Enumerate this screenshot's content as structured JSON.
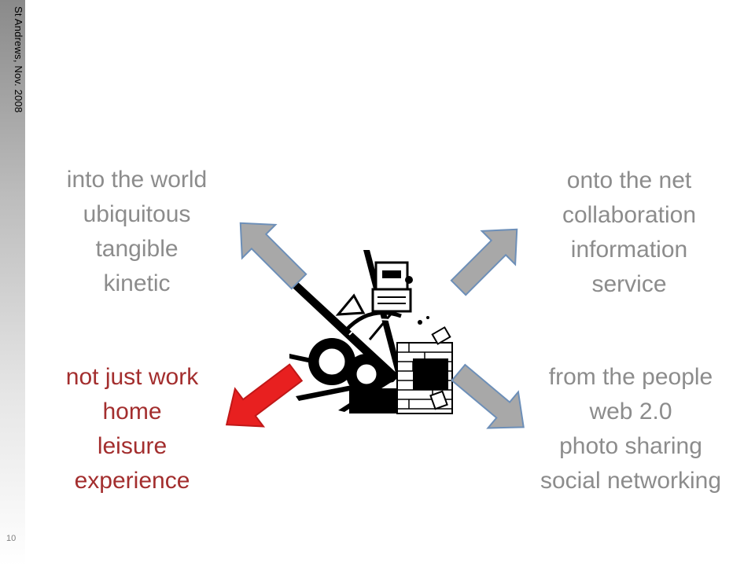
{
  "sidebar": {
    "label": "St Andrews, Nov. 2008"
  },
  "slide_number": "10",
  "top_left": {
    "lines": [
      "into the world",
      "ubiquitous",
      "tangible",
      "kinetic"
    ]
  },
  "top_right": {
    "lines": [
      "onto the net",
      "collaboration",
      "information",
      "service"
    ]
  },
  "bottom_left": {
    "lines": [
      "not just work",
      "home",
      "leisure",
      "experience"
    ]
  },
  "bottom_right": {
    "lines": [
      "from the people",
      "web 2.0",
      "photo sharing",
      "social networking"
    ]
  },
  "colors": {
    "gray_text": "#8c8c8c",
    "red_text": "#a32e2e",
    "gray_arrow": "#a8a8a8",
    "red_arrow": "#e82020",
    "arrow_outline": "#6d8fb8"
  },
  "icons": [
    "arrow-up-left-icon",
    "arrow-up-right-icon",
    "arrow-down-left-icon",
    "arrow-down-right-icon",
    "cartoon-illustration"
  ]
}
